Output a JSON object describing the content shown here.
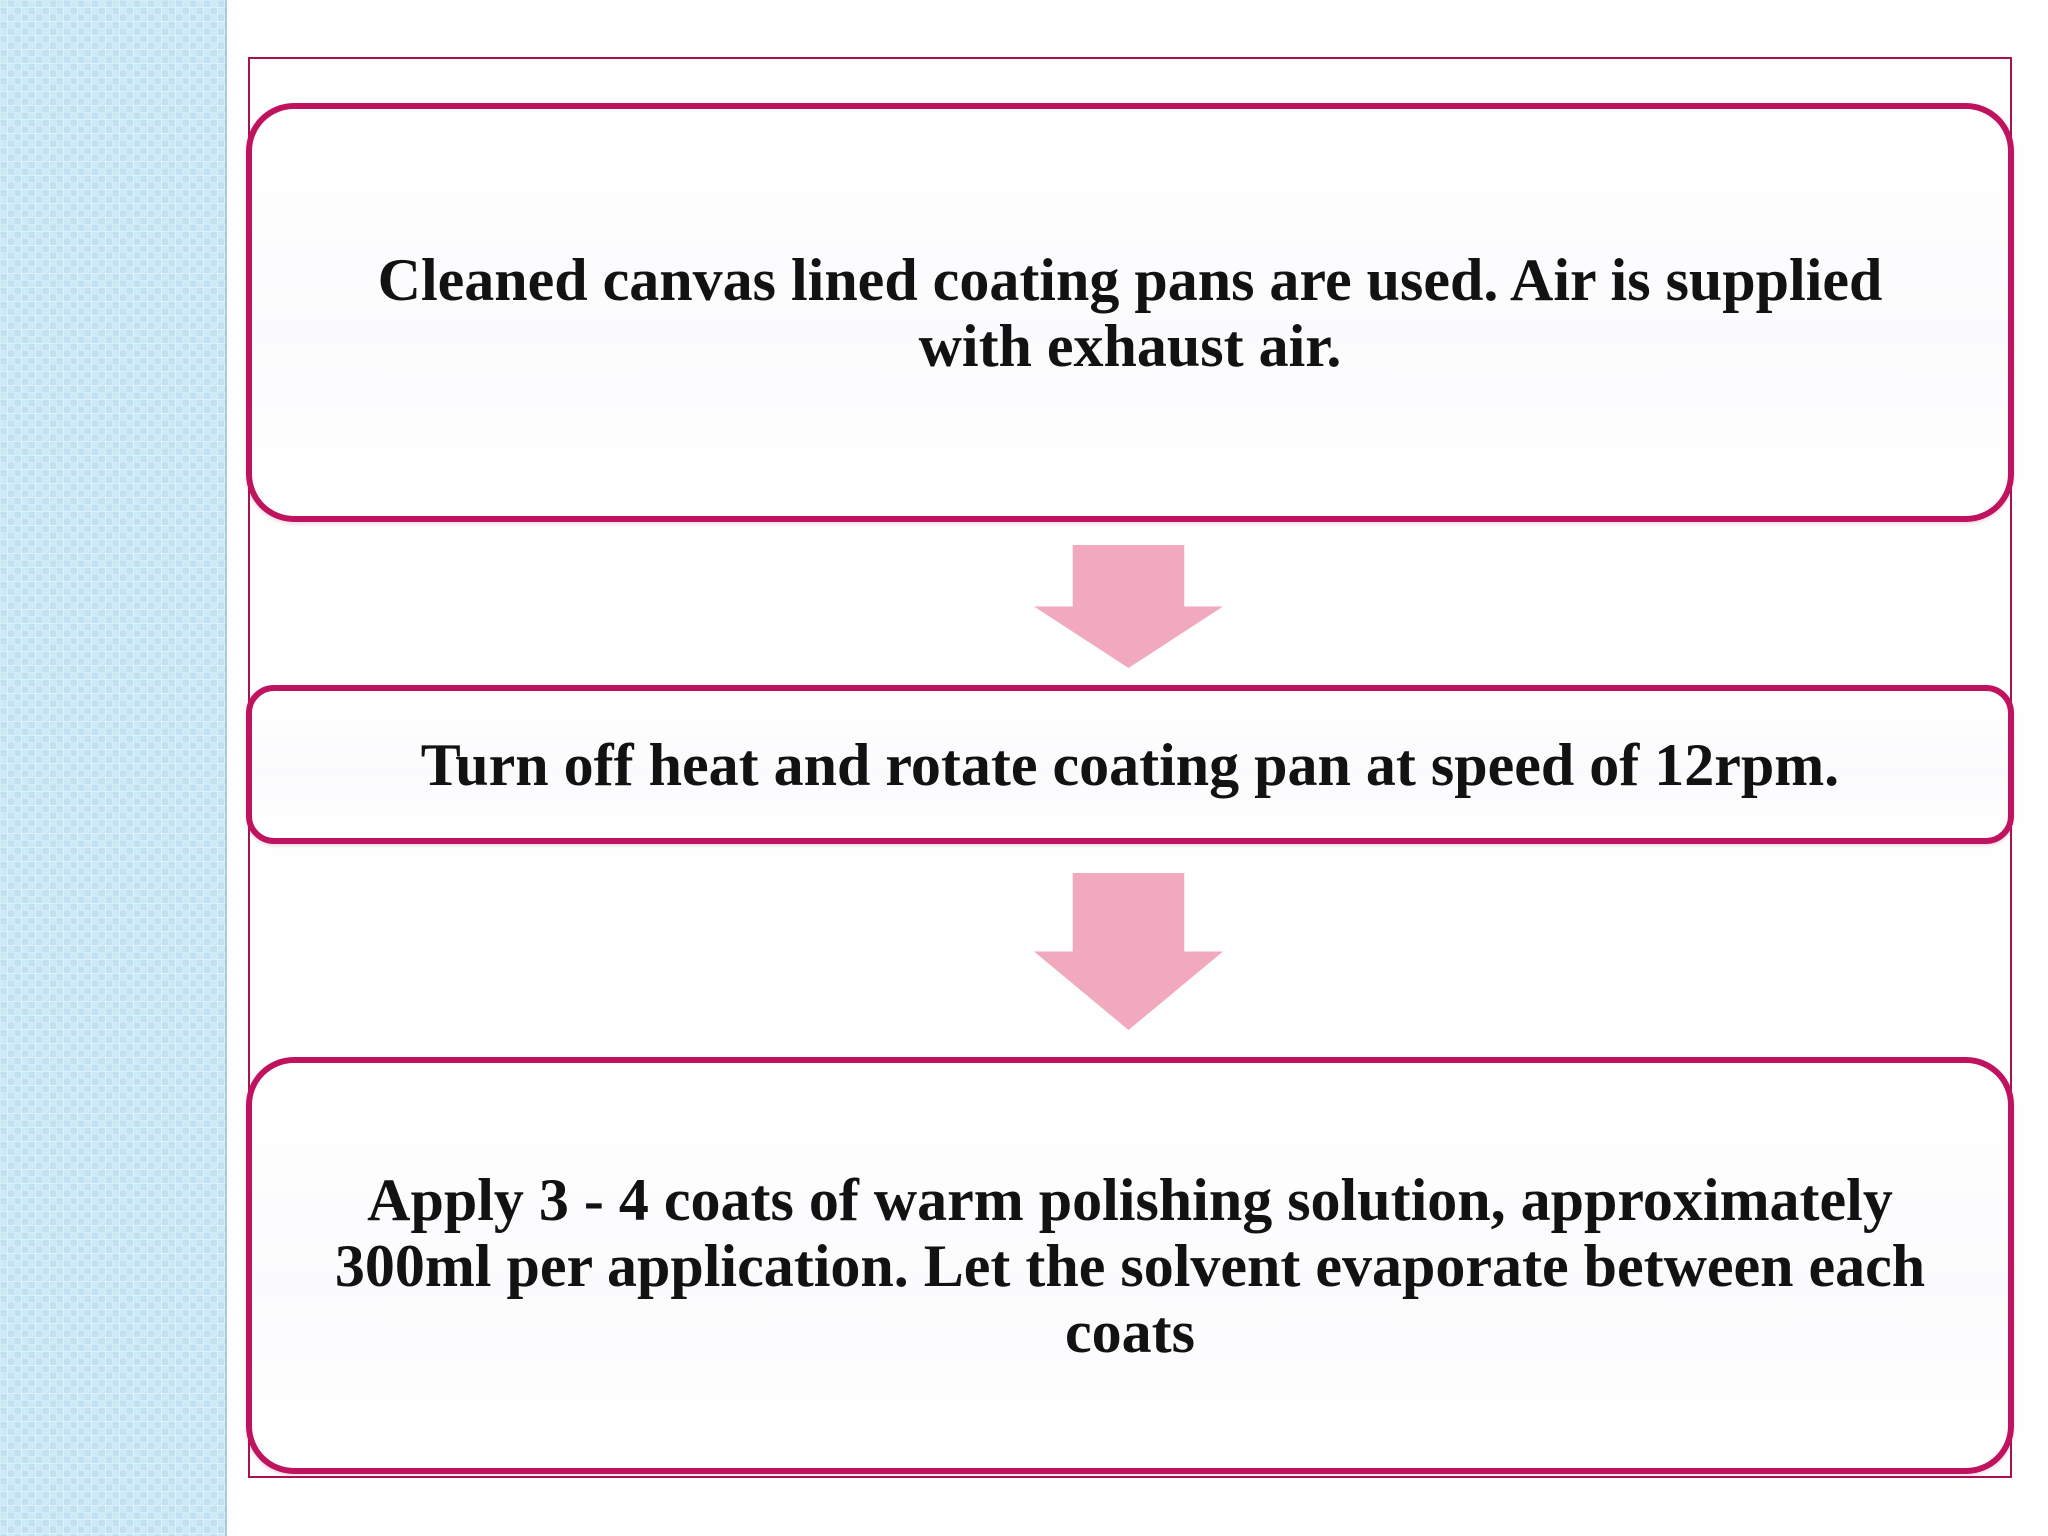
{
  "slide": {
    "steps": [
      {
        "text": "Cleaned canvas lined coating pans are used. Air is supplied\nwith exhaust air."
      },
      {
        "text": "Turn off heat and rotate coating pan at speed of 12rpm."
      },
      {
        "text": "Apply 3 - 4 coats of warm polishing solution, approximately\n300ml per application. Let the solvent evaporate between each\ncoats"
      }
    ],
    "connectors": [
      {
        "icon": "down-arrow"
      },
      {
        "icon": "down-arrow"
      }
    ],
    "colors": {
      "box_border": "#c0135f",
      "frame_border": "#a8134e",
      "arrow_fill": "#f1aabd",
      "sidebar_base": "#c6e5f4",
      "text": "#121212",
      "background": "#fefefe"
    }
  }
}
